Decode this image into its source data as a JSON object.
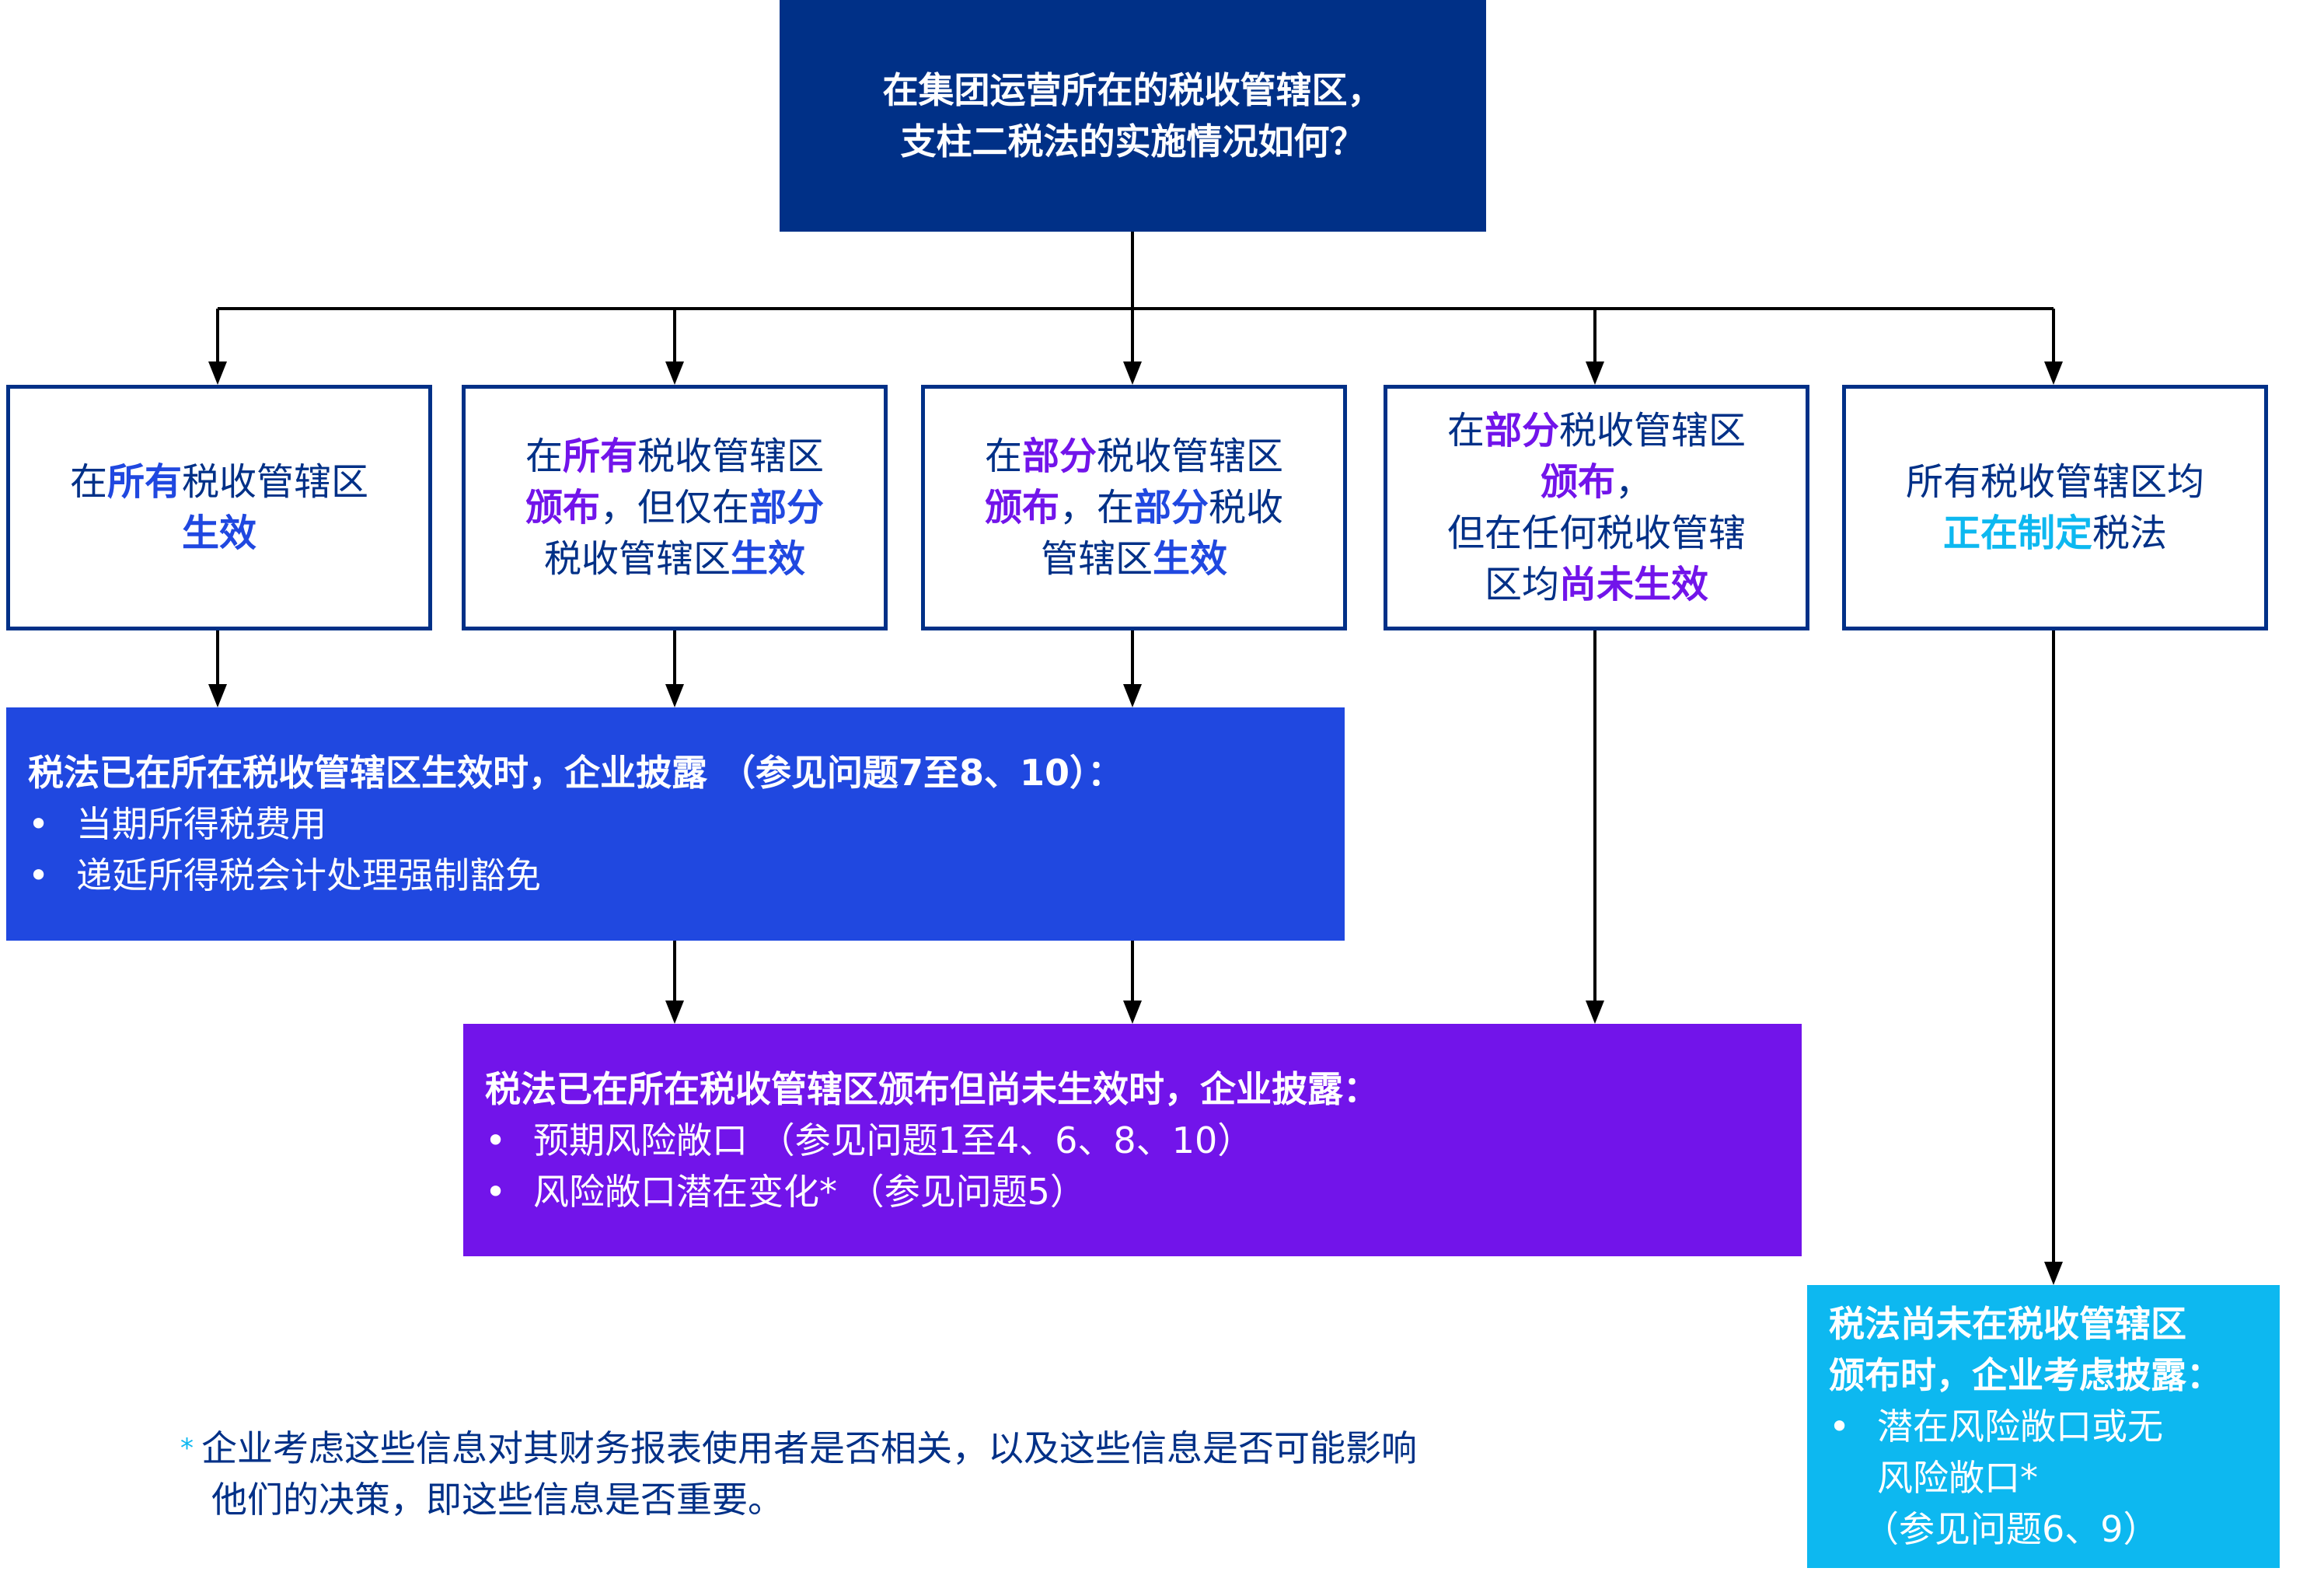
{
  "colors": {
    "navy": "#003087",
    "blue": "#2048E0",
    "purple": "#7214EA",
    "cyan": "#0DB8F0",
    "connector": "#000000"
  },
  "question": {
    "line1": "在集团运营所在的税收管辖区，",
    "line2": "支柱二税法的实施情况如何？"
  },
  "conditions": [
    {
      "lines": [
        [
          {
            "t": "在",
            "c": "navy"
          },
          {
            "t": "所有",
            "c": "blue",
            "b": true
          },
          {
            "t": "税收管辖区",
            "c": "navy"
          }
        ],
        [
          {
            "t": "生效",
            "c": "blue",
            "b": true
          }
        ]
      ]
    },
    {
      "lines": [
        [
          {
            "t": "在",
            "c": "navy"
          },
          {
            "t": "所有",
            "c": "purple",
            "b": true
          },
          {
            "t": "税收管辖区",
            "c": "navy"
          }
        ],
        [
          {
            "t": "颁布",
            "c": "purple",
            "b": true
          },
          {
            "t": "，但仅在",
            "c": "navy"
          },
          {
            "t": "部分",
            "c": "blue",
            "b": true
          }
        ],
        [
          {
            "t": "税收管辖区",
            "c": "navy"
          },
          {
            "t": "生效",
            "c": "blue",
            "b": true
          }
        ]
      ]
    },
    {
      "lines": [
        [
          {
            "t": "在",
            "c": "navy"
          },
          {
            "t": "部分",
            "c": "purple",
            "b": true
          },
          {
            "t": "税收管辖区",
            "c": "navy"
          }
        ],
        [
          {
            "t": "颁布",
            "c": "purple",
            "b": true
          },
          {
            "t": "，在",
            "c": "navy"
          },
          {
            "t": "部分",
            "c": "blue",
            "b": true
          },
          {
            "t": "税收",
            "c": "navy"
          }
        ],
        [
          {
            "t": "管辖区",
            "c": "navy"
          },
          {
            "t": "生效",
            "c": "blue",
            "b": true
          }
        ]
      ]
    },
    {
      "lines": [
        [
          {
            "t": "在",
            "c": "navy"
          },
          {
            "t": "部分",
            "c": "purple",
            "b": true
          },
          {
            "t": "税收管辖区",
            "c": "navy"
          }
        ],
        [
          {
            "t": "颁布",
            "c": "purple",
            "b": true
          },
          {
            "t": "，",
            "c": "navy"
          }
        ],
        [
          {
            "t": "但在任何税收管辖",
            "c": "navy"
          }
        ],
        [
          {
            "t": "区均",
            "c": "navy"
          },
          {
            "t": "尚未生效",
            "c": "purple",
            "b": true
          }
        ]
      ]
    },
    {
      "lines": [
        [
          {
            "t": "所有税收管辖区均",
            "c": "navy"
          }
        ],
        [
          {
            "t": "正在制定",
            "c": "cyan",
            "b": true
          },
          {
            "t": "税法",
            "c": "navy"
          }
        ]
      ]
    }
  ],
  "effective_box": {
    "title": "税法已在所在税收管辖区生效时，企业披露 （参见问题7至8、10）：",
    "bullet": "•",
    "items": [
      "当期所得税费用",
      "递延所得税会计处理强制豁免"
    ]
  },
  "enacted_box": {
    "title": "税法已在所在税收管辖区颁布但尚未生效时，企业披露：",
    "bullet": "•",
    "items": [
      "预期风险敞口 （参见问题1至4、6、8、10）",
      "风险敞口潜在变化* （参见问题5）"
    ]
  },
  "not_enacted_box": {
    "title_line1": "税法尚未在税收管辖区",
    "title_line2": "颁布时，企业考虑披露：",
    "bullet": "•",
    "item_line1": "潜在风险敞口或无",
    "item_line2": "风险敞口*",
    "item_ref": "（参见问题6、9）"
  },
  "footnote": {
    "marker": "*",
    "line1": "企业考虑这些信息对其财务报表使用者是否相关，以及这些信息是否可能影响",
    "line2": "他们的决策，即这些信息是否重要。"
  }
}
